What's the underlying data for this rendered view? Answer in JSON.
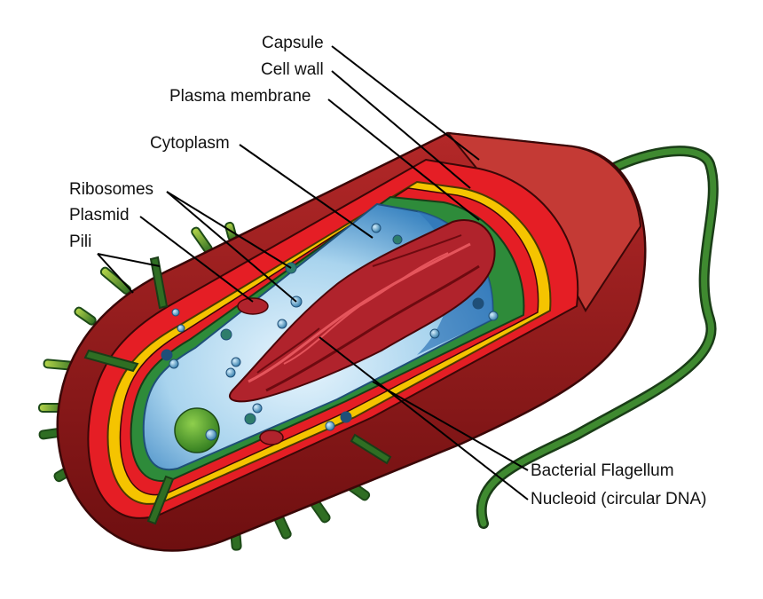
{
  "labels": {
    "capsule": "Capsule",
    "cell_wall": "Cell wall",
    "plasma_membrane": "Plasma membrane",
    "cytoplasm": "Cytoplasm",
    "ribosomes": "Ribosomes",
    "plasmid": "Plasmid",
    "pili": "Pili",
    "flagellum": "Bacterial Flagellum",
    "nucleoid": "Nucleoid (circular DNA)"
  },
  "colors": {
    "capsule": "#a81d1d",
    "cell_wall": "#f5c400",
    "plasma_membrane": "#2e8b3a",
    "cytoplasm": "#a9d4ee",
    "nucleoid": "#b0232c",
    "flagellum": "#2e6b2a",
    "pili": "#3f8a30",
    "ribosome": "#4a93b8"
  }
}
